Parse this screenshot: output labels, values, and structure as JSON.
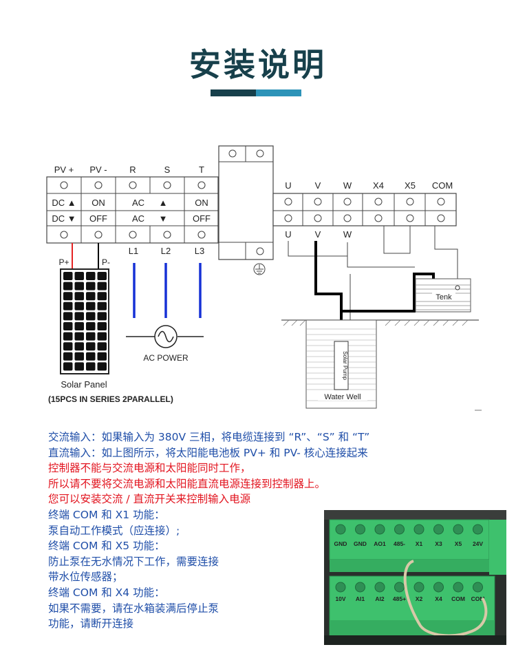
{
  "title": "安装说明",
  "colors": {
    "title": "#17404b",
    "accent": "#2d93b8",
    "note_blue": "#1f4ea8",
    "note_red": "#e2141f",
    "wire_blue": "#1631d6",
    "wire_red": "#e52222",
    "terminal_green": "#3ec16d"
  },
  "diagram": {
    "top_terminals": [
      "PV +",
      "PV -",
      "R",
      "S",
      "T"
    ],
    "row_dc_up": [
      "DC ▲",
      "ON",
      "AC",
      "▲",
      "ON"
    ],
    "row_dc_down": [
      "DC ▼",
      "OFF",
      "AC",
      "▼",
      "OFF"
    ],
    "pv_labels": [
      "P+",
      "P-"
    ],
    "line_labels": [
      "L1",
      "L2",
      "L3"
    ],
    "ac_power": "AC POWER",
    "solar_panel": "Solar Panel",
    "series_note": "(15PCS IN SERIES 2PARALLEL)",
    "out_top_labels": [
      "U",
      "V",
      "W",
      "X4",
      "X5",
      "COM"
    ],
    "out_bottom_labels": [
      "U",
      "V",
      "W"
    ],
    "tank": "Tenk",
    "solar_pump": "Solar Pump",
    "water_well": "Water Well"
  },
  "notes": [
    {
      "text": "交流输入：如果输入为 380V 三相，将电缆连接到 “R”、“S” 和 “T”",
      "color": "blue"
    },
    {
      "text": "直流输入：如上图所示，将太阳能电池板 PV+ 和 PV- 核心连接起来",
      "color": "blue"
    },
    {
      "text": "控制器不能与交流电源和太阳能同时工作，",
      "color": "red"
    },
    {
      "text": "所以请不要将交流电源和太阳能直流电源连接到控制器上。",
      "color": "red"
    },
    {
      "text": "您可以安装交流 / 直流开关来控制输入电源",
      "color": "red"
    },
    {
      "text": "终端 COM 和 X1 功能：",
      "color": "blue"
    },
    {
      "text": "泵自动工作模式（应连接）;",
      "color": "blue"
    },
    {
      "text": "终端 COM 和 X5 功能：",
      "color": "blue"
    },
    {
      "text": "防止泵在无水情况下工作，需要连接",
      "color": "blue"
    },
    {
      "text": "带水位传感器；",
      "color": "blue"
    },
    {
      "text": "终端 COM 和 X4 功能：",
      "color": "blue"
    },
    {
      "text": "如果不需要，请在水箱装满后停止泵",
      "color": "blue"
    },
    {
      "text": "功能，请断开连接",
      "color": "blue"
    }
  ],
  "photo": {
    "top_labels": [
      "GND",
      "GND",
      "AO1",
      "485-",
      "X1",
      "X3",
      "X5",
      "24V"
    ],
    "bottom_labels": [
      "10V",
      "AI1",
      "AI2",
      "485+",
      "X2",
      "X4",
      "COM",
      "COM"
    ]
  }
}
